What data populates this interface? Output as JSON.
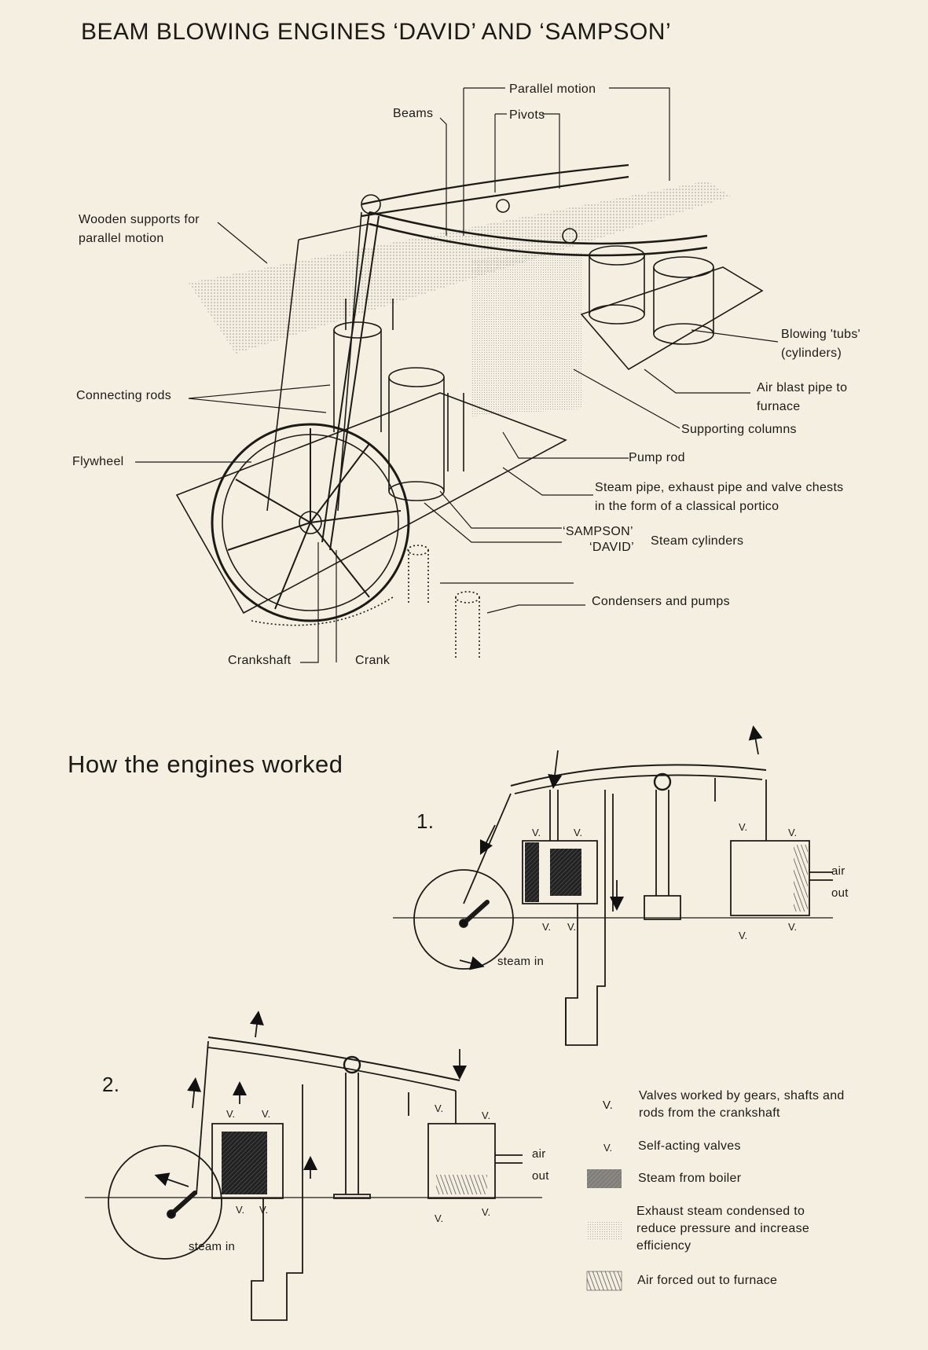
{
  "title": "BEAM  BLOWING  ENGINES ‘DAVID’ AND ‘SAMPSON’",
  "labels": {
    "parallel_motion": "Parallel motion",
    "beams": "Beams",
    "pivots": "Pivots",
    "wooden_supports": "Wooden supports for\nparallel motion",
    "blowing_tubs": "Blowing 'tubs'\n(cylinders)",
    "air_blast": "Air blast pipe to\nfurnace",
    "connecting_rods": "Connecting rods",
    "supporting_columns": "Supporting columns",
    "flywheel": "Flywheel",
    "pump_rod": "Pump rod",
    "steam_pipe": "Steam pipe, exhaust pipe and valve chests\nin the form of a classical portico",
    "sampson": "‘SAMPSON’",
    "david": "‘DAVID’",
    "steam_cylinders": "Steam cylinders",
    "condensers": "Condensers and pumps",
    "crankshaft": "Crankshaft",
    "crank": "Crank"
  },
  "section2": {
    "heading": "How the engines worked",
    "stage1": "1.",
    "stage2": "2.",
    "valve_mark": "V.",
    "steam_in": "steam in",
    "air": "air",
    "out": "out"
  },
  "legend": [
    {
      "symbol": "V.",
      "text": "Valves worked by gears, shafts and\nrods from the crankshaft"
    },
    {
      "symbol": "V.",
      "text": "Self-acting valves"
    },
    {
      "swatch": "steam",
      "text": "Steam from boiler"
    },
    {
      "swatch": "exhaust",
      "text": "Exhaust steam condensed to\nreduce pressure and increase\nefficiency"
    },
    {
      "swatch": "air",
      "text": "Air forced out to furnace"
    }
  ]
}
